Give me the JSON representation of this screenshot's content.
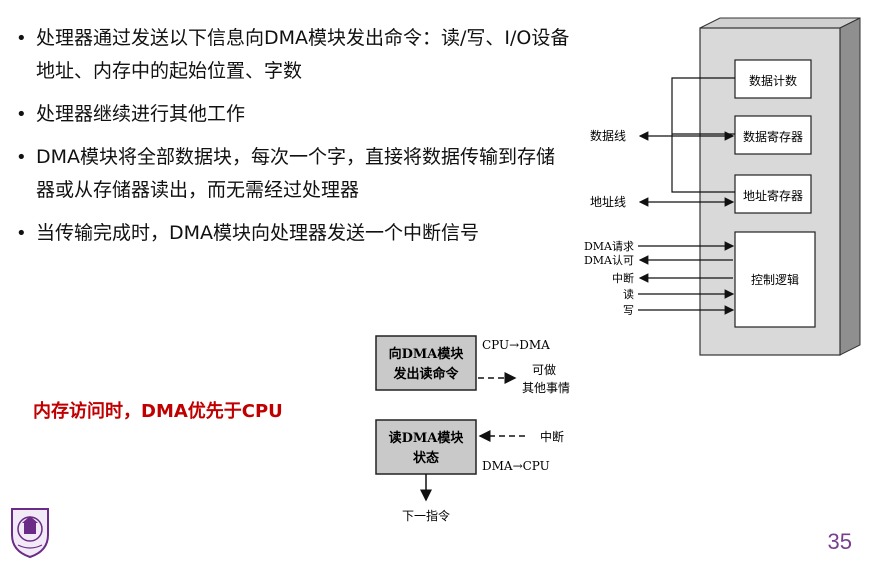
{
  "bullets": [
    "处理器通过发送以下信息向DMA模块发出命令：读/写、I/O设备地址、内存中的起始位置、字数",
    "处理器继续进行其他工作",
    "DMA模块将全部数据块，每次一个字，直接将数据传输到存储器或从存储器读出，而无需经过处理器",
    "当传输完成时，DMA模块向处理器发送一个中断信号"
  ],
  "highlight": "内存访问时，DMA优先于CPU",
  "page_number": "35",
  "block_diagram": {
    "registers": [
      "数据计数",
      "数据寄存器",
      "地址寄存器"
    ],
    "control": "控制逻辑",
    "left_labels": [
      "数据线",
      "地址线"
    ],
    "signals": [
      "DMA请求",
      "DMA认可",
      "中断",
      "读",
      "写"
    ]
  },
  "flow": {
    "box1_line1": "向DMA模块",
    "box1_line2": "发出读命令",
    "cpu_to_dma": "CPU→DMA",
    "other_line1": "可做",
    "other_line2": "其他事情",
    "box2_line1": "读DMA模块",
    "box2_line2": "状态",
    "interrupt": "中断",
    "dma_to_cpu": "DMA→CPU",
    "next": "下一指令"
  }
}
